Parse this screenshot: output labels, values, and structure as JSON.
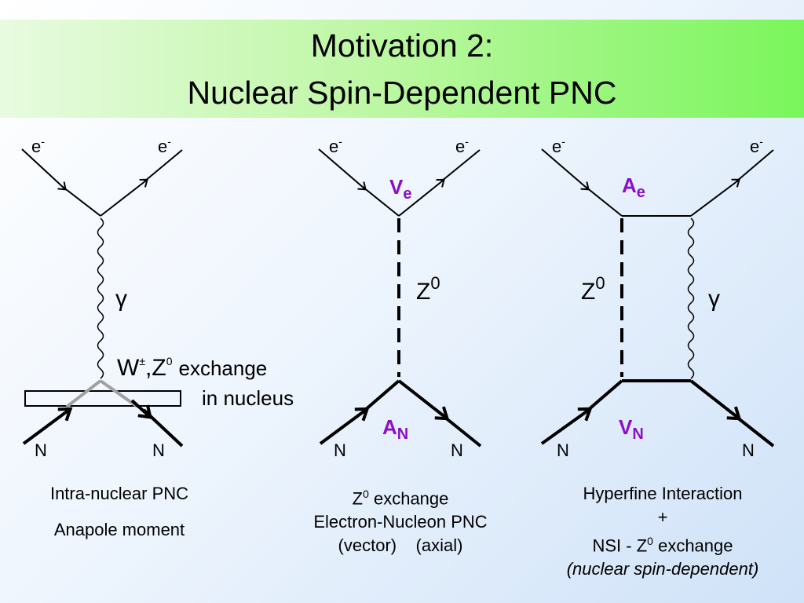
{
  "title": {
    "line1": "Motivation 2:",
    "line2": "Nuclear Spin-Dependent PNC"
  },
  "diagrams": [
    {
      "electron_in": "e",
      "electron_out": "e",
      "charge": "-",
      "nucleon_in": "N",
      "nucleon_out": "N",
      "propagator": "γ",
      "exchange_main": "W",
      "exchange_pm": "±",
      "exchange_z": ",Z",
      "exchange_sup": "0",
      "exchange_word": "exchange",
      "exchange_line2": "in nucleus",
      "captions": [
        "Intra-nuclear PNC",
        "Anapole moment"
      ]
    },
    {
      "electron_in": "e",
      "electron_out": "e",
      "charge": "-",
      "nucleon_in": "N",
      "nucleon_out": "N",
      "vertex_top": "V",
      "vertex_top_sub": "e",
      "vertex_bottom": "A",
      "vertex_bottom_sub": "N",
      "propagator": "Z",
      "propagator_sup": "0",
      "caption_line1": "Z",
      "caption_line1_sup": "0",
      "caption_line1_rest": " exchange",
      "caption_line2": "Electron-Nucleon PNC",
      "caption_line3": "(vector)    (axial)"
    },
    {
      "electron_in": "e",
      "electron_out": "e",
      "charge": "-",
      "nucleon_in": "N",
      "nucleon_out": "N",
      "vertex_top": "A",
      "vertex_top_sub": "e",
      "vertex_bottom": "V",
      "vertex_bottom_sub": "N",
      "propagator_left": "Z",
      "propagator_left_sup": "0",
      "propagator_right": "γ",
      "caption_line1": "Hyperfine Interaction",
      "caption_line2": "+",
      "caption_line3": "NSI - Z",
      "caption_line3_sup": "0",
      "caption_line3_rest": " exchange",
      "caption_line4": "(nuclear spin-dependent)"
    }
  ],
  "colors": {
    "purple_label": "#8b0fc6",
    "title_green": "#7af65b",
    "nucleus_box_line": "#a0a0a0"
  }
}
